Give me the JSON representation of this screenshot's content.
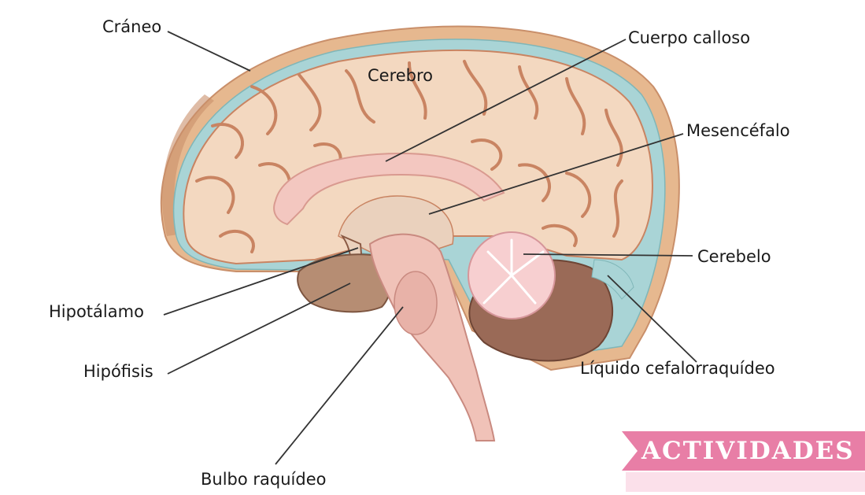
{
  "labels": {
    "craneo": "Cráneo",
    "cerebro": "Cerebro",
    "cuerpo_calloso": "Cuerpo calloso",
    "mesencefalo": "Mesencéfalo",
    "cerebelo": "Cerebelo",
    "hipotalamo": "Hipotálamo",
    "hipofisis": "Hipófisis",
    "liquido": "Líquido cefalorraquídeo",
    "bulbo": "Bulbo raquídeo"
  },
  "activities": {
    "title": "ACTIVIDADES"
  },
  "colors": {
    "skull_outer": "#e6b88f",
    "skull_band": "#a9d4d6",
    "brain": "#f3d8c0",
    "brain_groove": "#c98462",
    "corpus_callosum": "#f3c7c0",
    "brainstem": "#f0c2b8",
    "cerebellum_light": "#f7cfd0",
    "cerebellum_dark": "#9a6a57",
    "csf": "#a9d4d6",
    "banner": "#e87ea6",
    "activity_box": "#fbe0ea"
  }
}
